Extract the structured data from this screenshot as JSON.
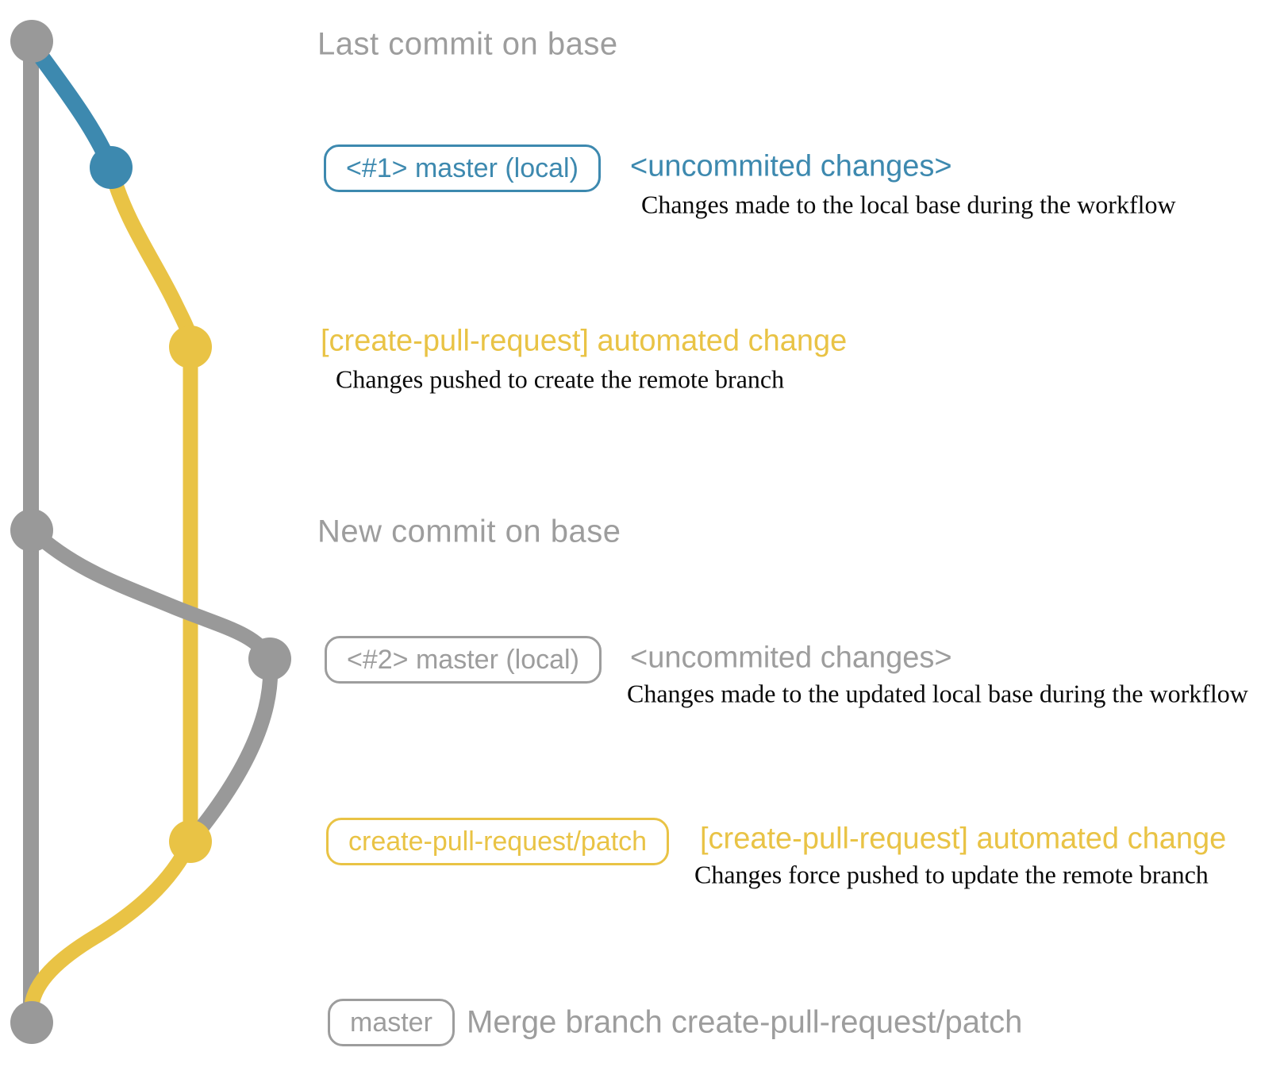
{
  "colors": {
    "base_gray": "#999999",
    "text_gray": "#9d9d9d",
    "branch_blue": "#3d89af",
    "branch_yellow": "#e9c345",
    "note_black": "#0a0a0a",
    "background": "#ffffff"
  },
  "annotations": {
    "last_commit_heading": "Last commit on base",
    "new_commit_heading": "New commit on base",
    "row1": {
      "badge": "<#1> master (local)",
      "label": "<uncommited changes>",
      "note": "Changes made to the local base during the workflow"
    },
    "push1": {
      "label": "[create-pull-request] automated change",
      "note": "Changes pushed to create the remote branch"
    },
    "row2": {
      "badge": "<#2> master (local)",
      "label": "<uncommited changes>",
      "note": "Changes made to the updated local base during the workflow"
    },
    "push2": {
      "badge": "create-pull-request/patch",
      "label": "[create-pull-request] automated change",
      "note": "Changes force pushed to update the remote branch"
    },
    "merge": {
      "badge": "master",
      "label": "Merge branch create-pull-request/patch"
    }
  }
}
